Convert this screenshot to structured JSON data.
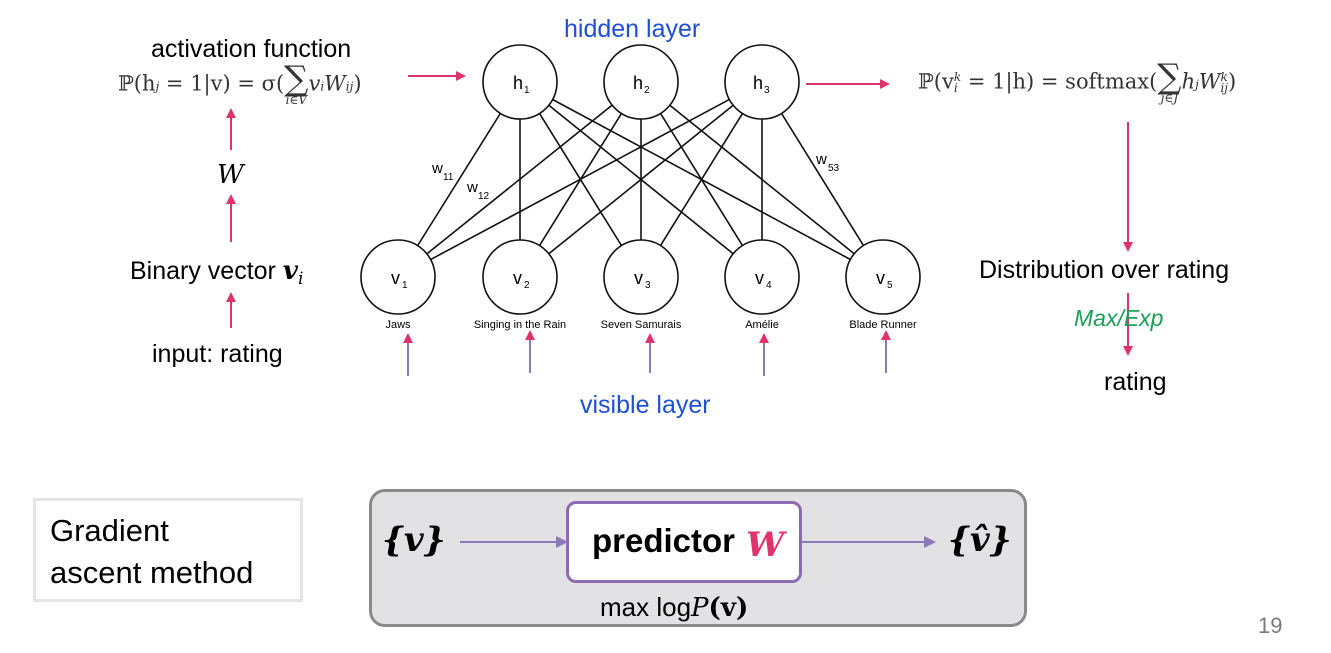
{
  "labels": {
    "hidden_layer": "hidden layer",
    "visible_layer": "visible layer",
    "activation_function": "activation function",
    "w_symbol": "W",
    "binary_vector": "Binary vector",
    "binary_vector_var": "v",
    "binary_vector_sub": "i",
    "input_rating": "input: rating",
    "distribution_over_rating": "Distribution over rating",
    "max_exp": "Max/Exp",
    "rating": "rating",
    "page_number": "19"
  },
  "formulas": {
    "activation_left": "ℙ(h",
    "activation_j": "j",
    "activation_mid": " = 1|v) = σ(",
    "activation_sum": "∑",
    "activation_sum_sub": "i∈V",
    "activation_term": "v",
    "activation_term_i": "i",
    "activation_w": "W",
    "activation_w_sub": "ij",
    "activation_close": ")",
    "output_left": "ℙ(v",
    "output_k": "k",
    "output_i": "i",
    "output_mid": " = 1|h) = softmax(",
    "output_sum": "∑",
    "output_sum_sub": "j∈J",
    "output_term": "h",
    "output_term_j": "j",
    "output_w": "W",
    "output_w_sup": "k",
    "output_w_sub": "ij",
    "output_close": ")"
  },
  "hidden_nodes": [
    {
      "label": "h",
      "sub": "1"
    },
    {
      "label": "h",
      "sub": "2"
    },
    {
      "label": "h",
      "sub": "3"
    }
  ],
  "visible_nodes": [
    {
      "label": "v",
      "sub": "1",
      "movie": "Jaws"
    },
    {
      "label": "v",
      "sub": "2",
      "movie": "Singing in the Rain"
    },
    {
      "label": "v",
      "sub": "3",
      "movie": "Seven Samurais"
    },
    {
      "label": "v",
      "sub": "4",
      "movie": "Amélie"
    },
    {
      "label": "v",
      "sub": "5",
      "movie": "Blade Runner"
    }
  ],
  "weight_labels": [
    {
      "label": "w",
      "sub": "11"
    },
    {
      "label": "w",
      "sub": "12"
    },
    {
      "label": "w",
      "sub": "53"
    }
  ],
  "gradient": {
    "line1": "Gradient",
    "line2": "ascent method"
  },
  "predictor": {
    "input_set": "{v}",
    "output_set": "{v̂}",
    "label": "predictor",
    "w": "W",
    "objective_prefix": "max log",
    "objective_p": "P",
    "objective_arg": "(v)"
  },
  "colors": {
    "pink_arrow": "#e0336b",
    "purple_arrow": "#8c7ab8",
    "blue_text": "#1f4fd6",
    "green_text": "#1aa155",
    "w_pink": "#e0336b"
  }
}
